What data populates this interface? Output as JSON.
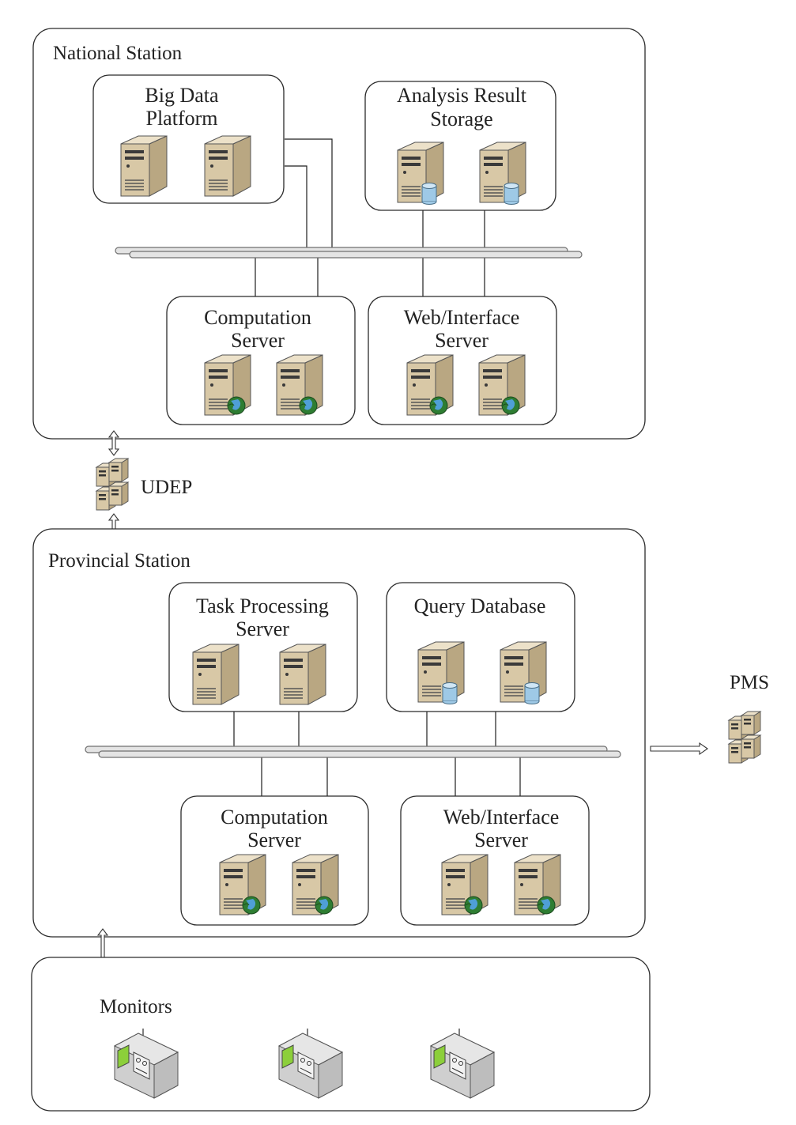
{
  "national": {
    "title": "National Station",
    "big_data": {
      "line1": "Big Data",
      "line2": "Platform"
    },
    "analysis": {
      "line1": "Analysis Result",
      "line2": "Storage"
    },
    "computation": {
      "line1": "Computation",
      "line2": "Server"
    },
    "web": {
      "line1": "Web/Interface",
      "line2": "Server"
    }
  },
  "udep": "UDEP",
  "provincial": {
    "title": "Provincial Station",
    "task": {
      "line1": "Task Processing",
      "line2": "Server"
    },
    "query": {
      "line1": "Query Database",
      "line2": ""
    },
    "computation": {
      "line1": "Computation",
      "line2": "Server"
    },
    "web": {
      "line1": "Web/Interface",
      "line2": "Server"
    }
  },
  "pms": "PMS",
  "monitors": {
    "title": "Monitors"
  },
  "icons": {
    "server": "server-tower-icon",
    "database_server": "database-server-icon",
    "web_server": "web-server-icon",
    "server_cluster": "server-cluster-icon",
    "monitor_device": "monitor-device-icon"
  },
  "colors": {
    "server_body": "#d9c9a8",
    "globe": "#2e7d32",
    "database": "#9ec9e6",
    "screen": "#8ccf3a"
  }
}
